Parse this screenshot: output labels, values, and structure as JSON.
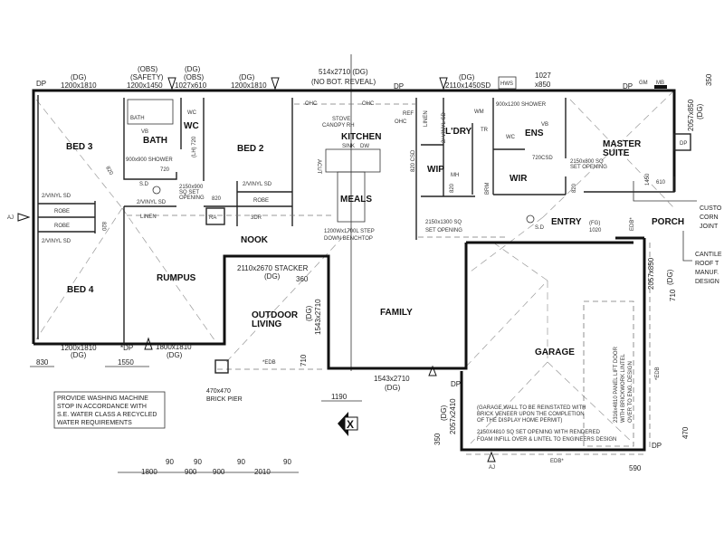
{
  "rooms": {
    "bed3": "BED 3",
    "bath": "BATH",
    "wc": "WC",
    "bed2": "BED 2",
    "kitchen": "KITCHEN",
    "laundry": "L'DRY",
    "ens": "ENS",
    "master": "MASTER",
    "master2": "SUITE",
    "wip": "WIP",
    "wir": "WIR",
    "meals": "MEALS",
    "entry": "ENTRY",
    "porch": "PORCH",
    "nook": "NOOK",
    "rumpus": "RUMPUS",
    "bed4": "BED 4",
    "outdoor": "OUTDOOR",
    "outdoor2": "LIVING",
    "family": "FAMILY",
    "garage": "GARAGE"
  },
  "fixtures": {
    "bath_tub": "BATH",
    "vb": "VB",
    "shower": "900x900 SHOWER",
    "wc_pan": "WC",
    "lh": "(LH) 720",
    "d720": "720",
    "d820a": "820",
    "sd": "S.D",
    "set_opening": "2150x900",
    "set_opening2": "SQ SET",
    "set_opening3": "OPENING",
    "vinyl1": "2/VINYL SD",
    "vinyl2": "2/VINYL SD",
    "vinyl3": "2/VINYL SD",
    "vinyl4": "2/VINYL SD",
    "robe1": "ROBE",
    "robe2": "ROBE",
    "robe3": "ROBE",
    "linen": "LINEN",
    "ra": "RA",
    "tdr": "3DR",
    "d820b": "820",
    "d820c": "820",
    "ohc1": "OHC",
    "ohc2": "OHC",
    "ohc3": "OHC",
    "stove": "STOVE",
    "canopy": "CANOPY RH",
    "ref": "REF",
    "sink": "SINK",
    "dw": "DW",
    "acut": "ACUT",
    "bench1": "1200Wx1700L STEP",
    "bench2": "DOWN BENCHTOP",
    "linen2": "LINEN",
    "vinyl5": "2/ VINYL SD",
    "csd820": "820 CSD",
    "wm": "WM",
    "tr": "TR",
    "mh": "MH",
    "brm": "BRM",
    "d820d": "820",
    "shower2": "900x1200 SHOWER",
    "vb2": "VB",
    "wc2": "WC",
    "csd720": "720CSD",
    "set2a": "2150x800 SQ",
    "set2b": "SET OPENING",
    "d820e": "820",
    "d1450": "1450",
    "d610": "610",
    "set3a": "2150x1300 SQ",
    "set3b": "SET OPENING",
    "sd2": "S.D",
    "fg": "(FG)",
    "fg1020": "1020",
    "edb1": "EDB*",
    "dp_right": "DP",
    "hws": "HWS",
    "gm": "GM",
    "mb": "MB"
  },
  "windows": {
    "w1a": "(DG)",
    "w1b": "1200x1810",
    "w2a": "(OBS)",
    "w2b": "(SAFETY)",
    "w2c": "1200x1450",
    "w3a": "(DG)",
    "w3b": "(OBS)",
    "w3c": "1027x610",
    "w4a": "(DG)",
    "w4b": "1200x1810",
    "w5a": "514x2710 (DG)",
    "w5b": "(NO BOT. REVEAL)",
    "w6a": "(DG)",
    "w6b": "2110x1450SD",
    "w7a": "1027",
    "w7b": "x850",
    "w8a": "2057x850",
    "w8b": "(DG)",
    "w9a": "1200x1810",
    "w9b": "(DG)",
    "w10a": "1800x1810",
    "w10b": "(DG)",
    "w11a": "2110x2670 STACKER",
    "w11b": "(DG)",
    "w12a": "1543x2710",
    "w12b": "(DG)",
    "w13a": "1543x2710",
    "w13b": "(DG)",
    "w14a": "2057x850",
    "w14b": "(DG)",
    "w15a": "2057x2410",
    "w15b": "(DG)"
  },
  "markers": {
    "dp1": "DP",
    "dp2": "DP",
    "dp3": "DP",
    "dp4": "*DP",
    "dp5": "DP",
    "dp6": "DP",
    "aj": "AJ",
    "edb2": "*EDB",
    "edb3": "*EDB",
    "edb4": "EDB*",
    "x": "X"
  },
  "dimensions": {
    "d350a": "350",
    "d360": "360",
    "d710a": "710",
    "d710b": "710",
    "d830": "830",
    "d1550": "1550",
    "d1190": "1190",
    "d350b": "350",
    "d470": "470",
    "d590": "590",
    "bottom": [
      "1800",
      "90",
      "900",
      "90",
      "900",
      "90",
      "2010",
      "90"
    ]
  },
  "notes": {
    "pier1": "470x470",
    "pier2": "BRICK PIER",
    "washing": [
      "PROVIDE WASHING MACHINE",
      "STOP IN ACCORDANCE WITH",
      "S.E. WATER CLASS A RECYCLED",
      "WATER REQUIREMENTS"
    ],
    "garage_wall": [
      "(GARAGE WALL TO BE REINSTATED WITH",
      "BRICK VENEER UPON THE COMPLETION",
      "OF THE DISPLAY HOME PERMIT)"
    ],
    "garage_opening": [
      "2150X4810 SQ SET OPENING WITH RENDERED",
      "FOAM INFILL OVER & LINTEL TO ENGINEERS DESIGN"
    ],
    "panel_door": [
      "2316x4810 PANEL LIFT DOOR",
      "WITH BRICKWORK LINTEL",
      "OVER TO ENG. DESIGN"
    ],
    "custom": [
      "CUSTO",
      "CORN",
      "JOINT"
    ],
    "cantilever": [
      "CANTILE",
      "ROOF T",
      "MANUF.",
      "DESIGN"
    ]
  }
}
